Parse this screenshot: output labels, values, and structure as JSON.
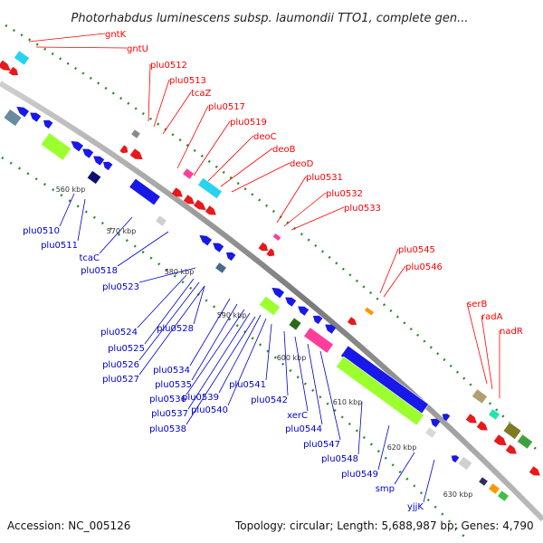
{
  "title": "Photorhabdus luminescens subsp. laumondii TTO1, complete gen...",
  "accession": "Accession: NC_005126",
  "topology": "Topology: circular; Length: 5,688,987 bp; Genes: 4,790",
  "colors": {
    "backbone": "#808080",
    "forward_gene": "#e8181b",
    "reverse_gene": "#1818e8",
    "forward_label": "#ff0000",
    "reverse_label": "#0000cc",
    "gc_dots": "#2a8a2a",
    "green_feature": "#9cff2e",
    "pink_feature": "#ff3d9a",
    "cyan_feature": "#27d3f0",
    "orange_feature": "#ff9900"
  },
  "scale_ticks": [
    "560 kbp",
    "570 kbp",
    "580 kbp",
    "590 kbp",
    "600 kbp",
    "610 kbp",
    "620 kbp",
    "630 kbp"
  ],
  "forward_genes": [
    "gntK",
    "gntU",
    "plu0512",
    "plu0513",
    "tcaZ",
    "plu0517",
    "plu0519",
    "deoC",
    "deoB",
    "deoD",
    "plu0531",
    "plu0532",
    "plu0533",
    "plu0545",
    "plu0546",
    "serB",
    "radA",
    "nadR"
  ],
  "reverse_genes": [
    "plu0510",
    "plu0511",
    "tcaC",
    "plu0518",
    "plu0523",
    "plu0524",
    "plu0528",
    "plu0525",
    "plu0526",
    "plu0527",
    "plu0534",
    "plu0535",
    "plu0536",
    "plu0539",
    "plu0537",
    "plu0540",
    "plu0538",
    "plu0541",
    "plu0542",
    "xerC",
    "plu0544",
    "plu0547",
    "plu0548",
    "plu0549",
    "smp",
    "yjjK"
  ]
}
